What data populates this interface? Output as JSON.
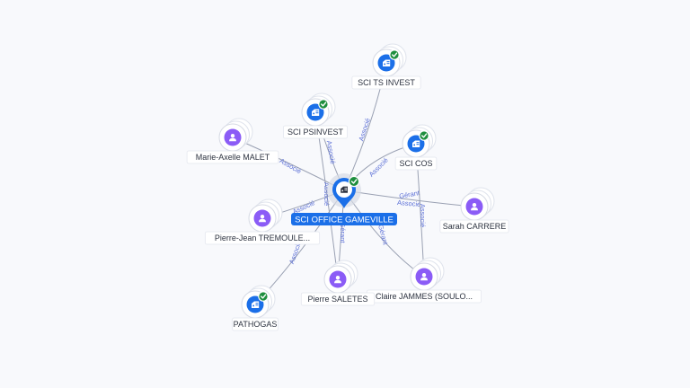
{
  "colors": {
    "company": "#1b6fe8",
    "person": "#8b5cf6",
    "check": "#1e8e3e",
    "edge": "#9aa1b3",
    "edge_label": "#5b6fd6"
  },
  "center": {
    "label": "SCI OFFICE GAMEVILLE",
    "icon": "building-icon",
    "badge": "check-badge-icon"
  },
  "nodes": [
    {
      "id": "ts-invest",
      "label": "SCI TS INVEST",
      "kind": "company",
      "icon": "building-icon",
      "verified": true
    },
    {
      "id": "psinvest",
      "label": "SCI PSINVEST",
      "kind": "company",
      "icon": "building-icon",
      "verified": true
    },
    {
      "id": "cos",
      "label": "SCI COS",
      "kind": "company",
      "icon": "building-icon",
      "verified": true
    },
    {
      "id": "malet",
      "label": "Marie-Axelle MALET",
      "kind": "person",
      "icon": "person-icon",
      "verified": false
    },
    {
      "id": "carrere",
      "label": "Sarah CARRERE",
      "kind": "person",
      "icon": "person-icon",
      "verified": false
    },
    {
      "id": "tremoule",
      "label": "Pierre-Jean TREMOULE...",
      "kind": "person",
      "icon": "person-icon",
      "verified": false
    },
    {
      "id": "jammes",
      "label": "Claire JAMMES (SOULO...",
      "kind": "person",
      "icon": "person-icon",
      "verified": false
    },
    {
      "id": "saletes",
      "label": "Pierre SALETES",
      "kind": "person",
      "icon": "person-icon",
      "verified": false
    },
    {
      "id": "pathogas",
      "label": "PATHOGAS",
      "kind": "company",
      "icon": "building-icon",
      "verified": true
    }
  ],
  "edges": [
    {
      "to": "ts-invest",
      "labels": [
        "Associé"
      ]
    },
    {
      "to": "psinvest",
      "labels": [
        "Associé"
      ]
    },
    {
      "to": "cos",
      "labels": [
        "Associé"
      ]
    },
    {
      "to": "malet",
      "labels": [
        "Associé"
      ]
    },
    {
      "to": "carrere",
      "labels": [
        "Gérant",
        "Associé"
      ]
    },
    {
      "to": "tremoule",
      "labels": [
        "Associé"
      ]
    },
    {
      "to": "jammes",
      "labels": [
        "Gérant"
      ]
    },
    {
      "to": "saletes",
      "labels": [
        "Gérant"
      ]
    },
    {
      "to": "pathogas",
      "labels": [
        "Associé"
      ]
    }
  ],
  "secondary_edges": [
    {
      "from": "cos",
      "to": "jammes",
      "labels": [
        "Associé"
      ]
    },
    {
      "from": "psinvest",
      "to": "saletes",
      "labels": [
        "Associé"
      ]
    }
  ]
}
